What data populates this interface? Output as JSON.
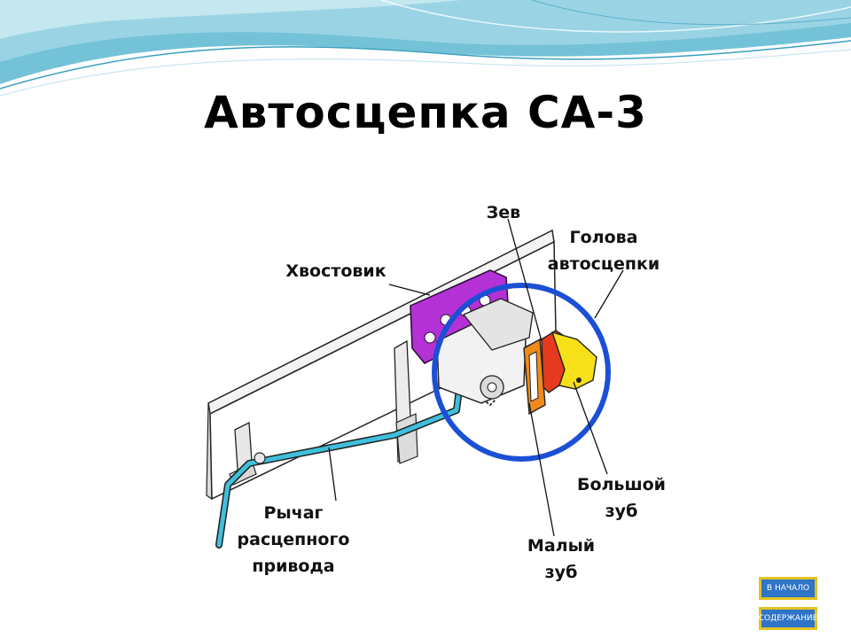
{
  "slide": {
    "title": "Автосцепка СА-3"
  },
  "diagram": {
    "labels": {
      "zev": "Зев",
      "head_line1": "Голова",
      "head_line2": "автосцепки",
      "shank": "Хвостовик",
      "big_tooth_line1": "Большой",
      "big_tooth_line2": "зуб",
      "small_tooth_line1": "Малый",
      "small_tooth_line2": "зуб",
      "lever_line1": "Рычаг",
      "lever_line2": "расцепного",
      "lever_line3": "привода"
    },
    "colors": {
      "shank": "#b431d6",
      "lever": "#3fbfdc",
      "ring": "#1b4fd6",
      "big_tooth": "#f5e01a",
      "orange_part": "#f08a1a",
      "red_part": "#e53a1f"
    }
  },
  "nav": {
    "start": "В НАЧАЛО",
    "contents": "СОДЕРЖАНИЕ"
  }
}
